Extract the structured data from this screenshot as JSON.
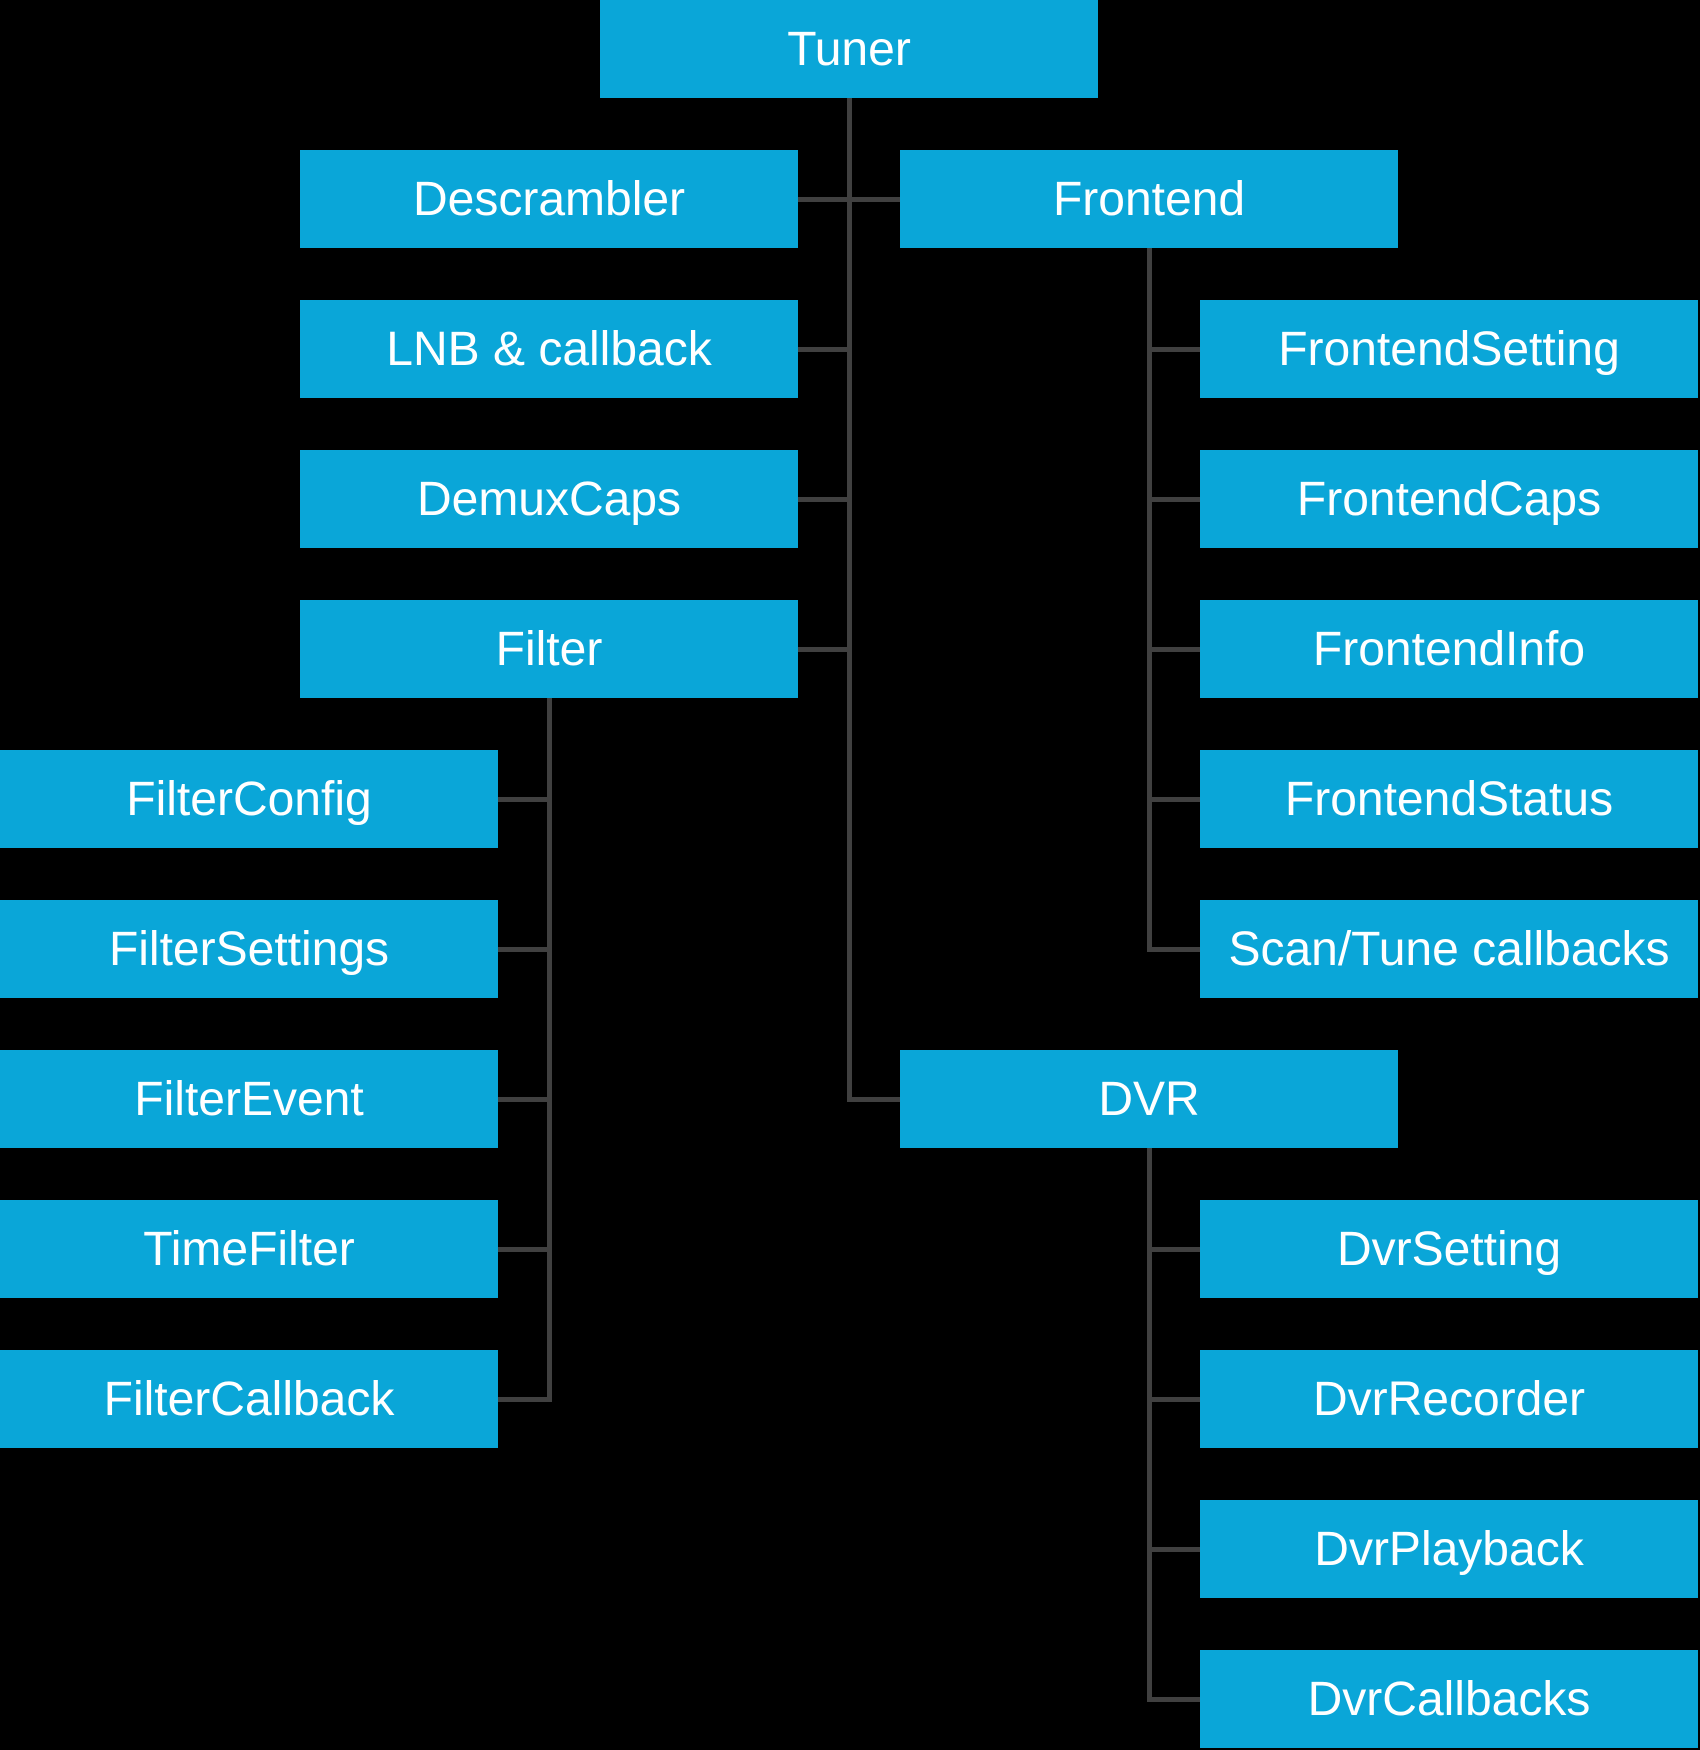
{
  "diagram": {
    "background_color": "#000000",
    "box_color": "#0aa6d8",
    "box_text_color": "#ffffff",
    "connector_color": "#404040",
    "nodes": {
      "tuner": {
        "label": "Tuner"
      },
      "descrambler": {
        "label": "Descrambler"
      },
      "frontend": {
        "label": "Frontend"
      },
      "lnb_callback": {
        "label": "LNB & callback"
      },
      "frontend_setting": {
        "label": "FrontendSetting"
      },
      "demux_caps": {
        "label": "DemuxCaps"
      },
      "frontend_caps": {
        "label": "FrontendCaps"
      },
      "filter": {
        "label": "Filter"
      },
      "frontend_info": {
        "label": "FrontendInfo"
      },
      "filter_config": {
        "label": "FilterConfig"
      },
      "frontend_status": {
        "label": "FrontendStatus"
      },
      "filter_settings": {
        "label": "FilterSettings"
      },
      "scan_tune_callbacks": {
        "label": "Scan/Tune callbacks"
      },
      "filter_event": {
        "label": "FilterEvent"
      },
      "dvr": {
        "label": "DVR"
      },
      "time_filter": {
        "label": "TimeFilter"
      },
      "dvr_setting": {
        "label": "DvrSetting"
      },
      "filter_callback": {
        "label": "FilterCallback"
      },
      "dvr_recorder": {
        "label": "DvrRecorder"
      },
      "dvr_playback": {
        "label": "DvrPlayback"
      },
      "dvr_callbacks": {
        "label": "DvrCallbacks"
      }
    },
    "edges": [
      {
        "from": "Tuner",
        "to": "Descrambler"
      },
      {
        "from": "Tuner",
        "to": "Frontend"
      },
      {
        "from": "Tuner",
        "to": "LNB & callback"
      },
      {
        "from": "Tuner",
        "to": "DemuxCaps"
      },
      {
        "from": "Tuner",
        "to": "Filter"
      },
      {
        "from": "Tuner",
        "to": "DVR"
      },
      {
        "from": "Frontend",
        "to": "FrontendSetting"
      },
      {
        "from": "Frontend",
        "to": "FrontendCaps"
      },
      {
        "from": "Frontend",
        "to": "FrontendInfo"
      },
      {
        "from": "Frontend",
        "to": "FrontendStatus"
      },
      {
        "from": "Frontend",
        "to": "Scan/Tune callbacks"
      },
      {
        "from": "Filter",
        "to": "FilterConfig"
      },
      {
        "from": "Filter",
        "to": "FilterSettings"
      },
      {
        "from": "Filter",
        "to": "FilterEvent"
      },
      {
        "from": "Filter",
        "to": "TimeFilter"
      },
      {
        "from": "Filter",
        "to": "FilterCallback"
      },
      {
        "from": "DVR",
        "to": "DvrSetting"
      },
      {
        "from": "DVR",
        "to": "DvrRecorder"
      },
      {
        "from": "DVR",
        "to": "DvrPlayback"
      },
      {
        "from": "DVR",
        "to": "DvrCallbacks"
      }
    ]
  }
}
